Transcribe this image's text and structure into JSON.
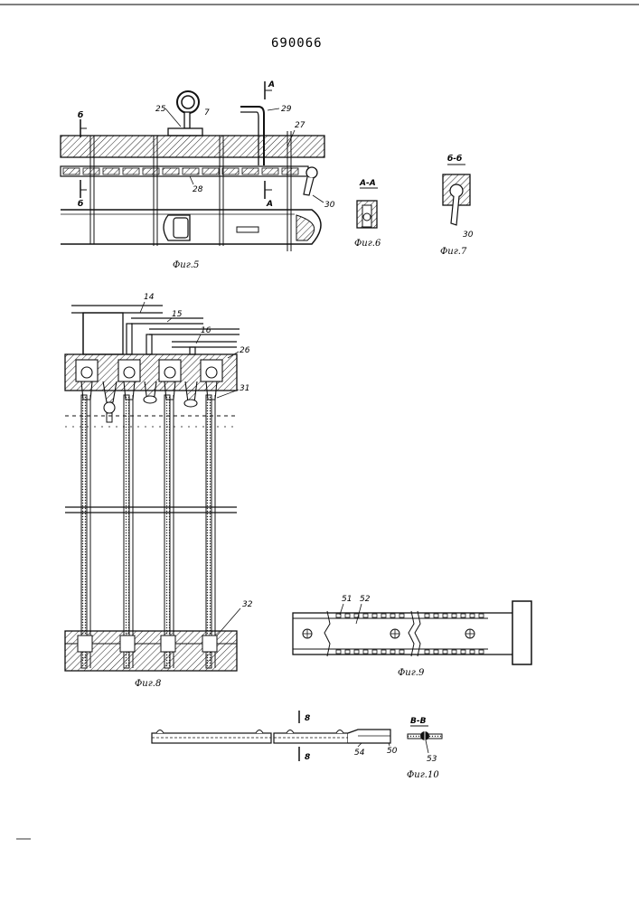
{
  "document": {
    "patent_number": "690066"
  },
  "fig5": {
    "caption": "Фиг.5",
    "labels": {
      "l25": "25",
      "l7": "7",
      "l29": "29",
      "l27": "27",
      "l28": "28",
      "l30": "30",
      "lA": "A",
      "lA2": "A",
      "lB": "б",
      "lB2": "б"
    }
  },
  "fig6": {
    "caption": "Фиг.6",
    "section": "А-А"
  },
  "fig7": {
    "caption": "Фиг.7",
    "section": "б-б",
    "l30": "30"
  },
  "fig8": {
    "caption": "Фиг.8",
    "labels": {
      "l14": "14",
      "l15": "15",
      "l16": "16",
      "l26": "26",
      "l31": "31",
      "l32": "32"
    }
  },
  "fig9": {
    "caption": "Фиг.9",
    "labels": {
      "l51": "51",
      "l52": "52"
    }
  },
  "fig10": {
    "caption": "Фиг.10",
    "section": "В-В",
    "labels": {
      "l8a": "8",
      "l8b": "8",
      "l54": "54",
      "l50": "50",
      "l53": "53"
    }
  }
}
